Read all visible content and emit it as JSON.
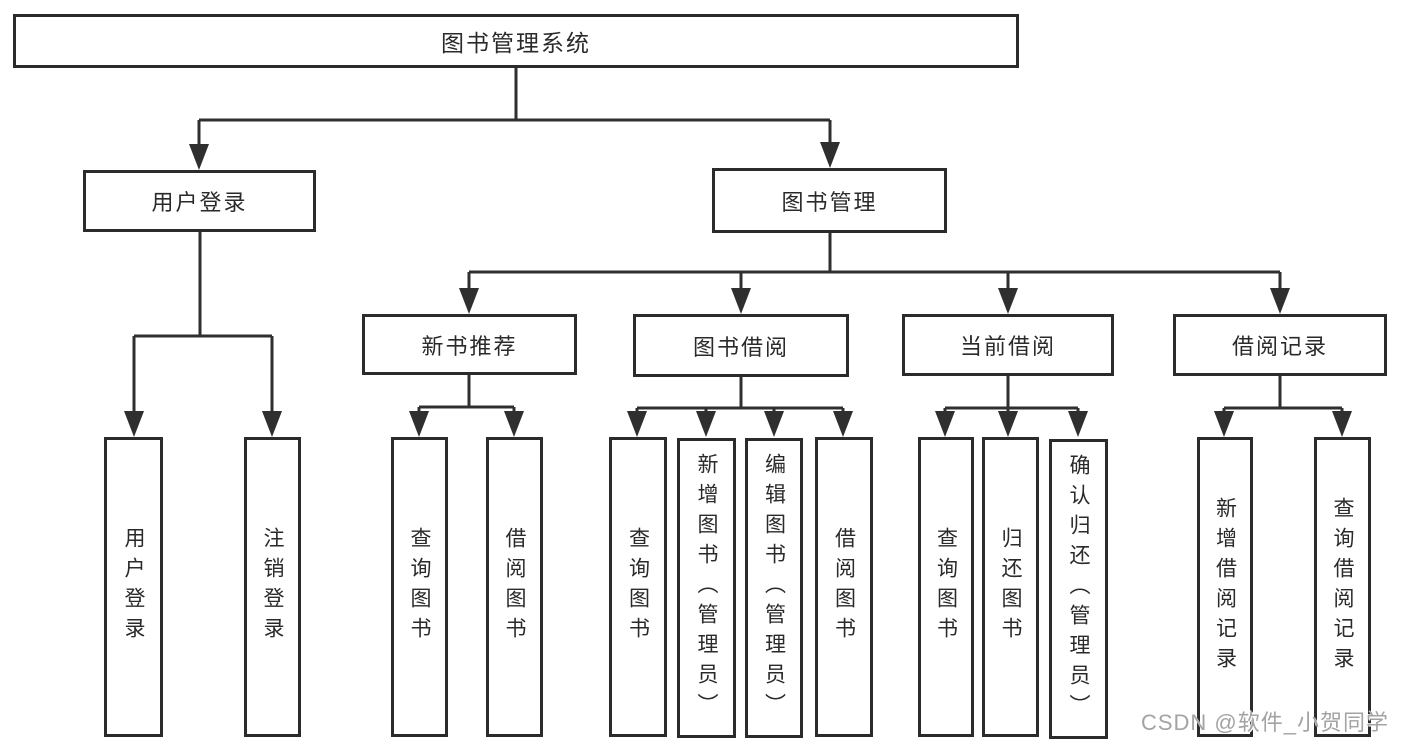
{
  "diagram": {
    "root": {
      "label": "图书管理系统"
    },
    "branches": [
      {
        "label": "用户登录",
        "children": [
          "用户登录",
          "注销登录"
        ]
      },
      {
        "label": "图书管理",
        "sections": [
          {
            "label": "新书推荐",
            "children": [
              "查询图书",
              "借阅图书"
            ]
          },
          {
            "label": "图书借阅",
            "children": [
              "查询图书",
              "新增图书（管理员）",
              "编辑图书（管理员）",
              "借阅图书"
            ]
          },
          {
            "label": "当前借阅",
            "children": [
              "查询图书",
              "归还图书",
              "确认归还（管理员）"
            ]
          },
          {
            "label": "借阅记录",
            "children": [
              "新增借阅记录",
              "查询借阅记录"
            ]
          }
        ]
      }
    ]
  },
  "watermark": {
    "text": "CSDN @软件_小贺同学"
  },
  "colors": {
    "line": "#2f2f2f",
    "border": "#2b2b2b",
    "text": "#2a2a2a",
    "watermark": "#a3a3a3",
    "background": "#ffffff"
  }
}
